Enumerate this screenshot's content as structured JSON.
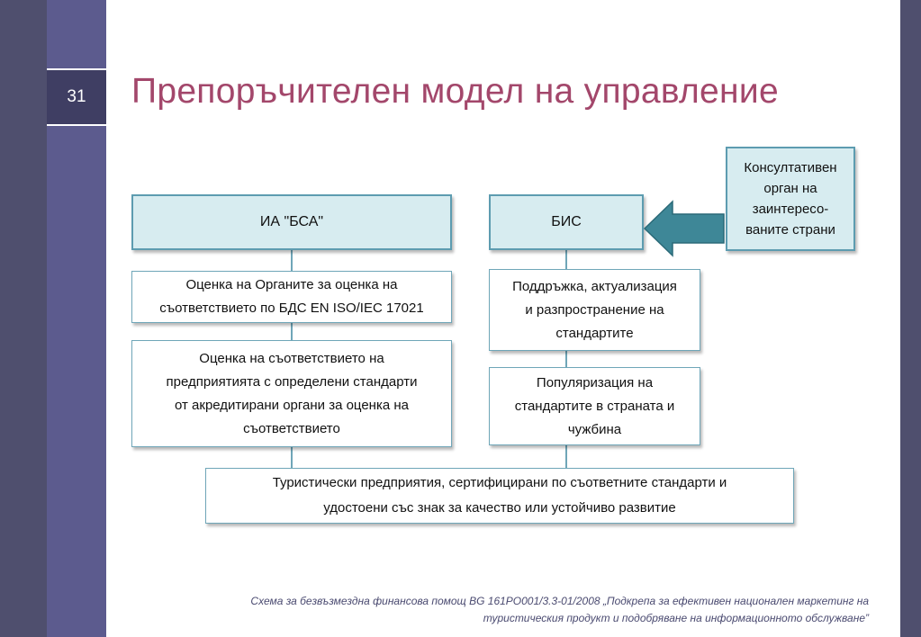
{
  "slide": {
    "number": "31",
    "title": "Препоръчителен модел на управление"
  },
  "diagram": {
    "ia_bsa": "ИА \"БСА\"",
    "bis": "БИС",
    "consult": [
      "Консултативен",
      "орган на",
      "заинтересо-",
      "ваните страни"
    ],
    "ia_box1": [
      "Оценка на Органите за оценка на",
      "съответствието  по БДС EN ISO/IEC 17021"
    ],
    "ia_box2": [
      "Оценка на съответствието   на",
      "предприятията с определени стандарти",
      "от акредитирани органи за оценка на",
      "съответствието"
    ],
    "bis_box1": [
      "Поддръжка, актуализация",
      "и разпространение  на",
      "стандартите"
    ],
    "bis_box2": [
      "Популяризация  на",
      "стандартите в страната и",
      "чужбина"
    ],
    "bottom": [
      "Туристически предприятия, сертифицирани по съответните стандарти и",
      "удостоени със знак за качество или устойчиво развитие"
    ]
  },
  "footer": {
    "line1": "Схема за безвъзмездна финансова помощ  BG 161PO001/3.3-01/2008 „Подкрепа за ефективен национален маркетинг на",
    "line2": "туристическия продукт и подобряване на информационното обслужване”"
  },
  "colors": {
    "title": "#a3476b",
    "band": "#5c5b8e",
    "box_border": "#6fa6b8",
    "head_fill": "#d7ecf0",
    "arrow_fill": "#3e8797"
  }
}
